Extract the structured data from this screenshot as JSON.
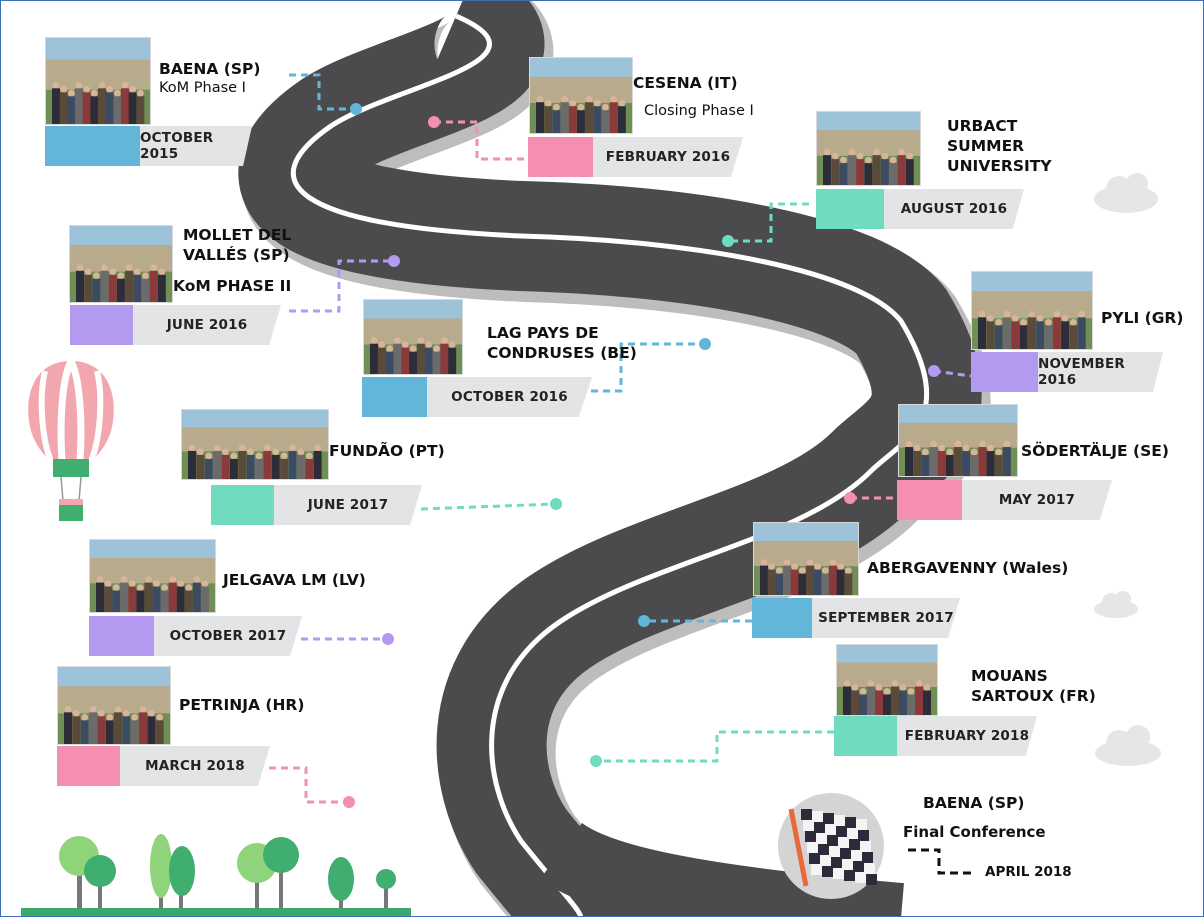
{
  "events": [
    {
      "id": "baena-2015",
      "title": "BAENA (SP)",
      "subtitle": "KoM Phase I",
      "date": "OCTOBER 2015",
      "color": "#62b6da"
    },
    {
      "id": "cesena",
      "title": "CESENA (IT)",
      "subtitle": "Closing Phase I",
      "date": "FEBRUARY 2016",
      "color": "#f48fb1"
    },
    {
      "id": "urbact",
      "title": "URBACT\nSUMMER\nUNIVERSITY",
      "subtitle": "",
      "date": "AUGUST 2016",
      "color": "#6fdcbf"
    },
    {
      "id": "mollet",
      "title": "MOLLET DEL\nVALLÉS (SP)",
      "subtitle": "KoM PHASE II",
      "date": "JUNE 2016",
      "color": "#b39af0"
    },
    {
      "id": "lag-pays",
      "title": "LAG PAYS DE\nCONDRUSES (BE)",
      "subtitle": "",
      "date": "OCTOBER 2016",
      "color": "#62b6da"
    },
    {
      "id": "pyli",
      "title": "PYLI (GR)",
      "subtitle": "",
      "date": "NOVEMBER 2016",
      "color": "#b39af0"
    },
    {
      "id": "fundao",
      "title": "FUNDÃO (PT)",
      "subtitle": "",
      "date": "JUNE 2017",
      "color": "#6fdcbf"
    },
    {
      "id": "sodertalje",
      "title": "SÖDERTÄLJE (SE)",
      "subtitle": "",
      "date": "MAY 2017",
      "color": "#f48fb1"
    },
    {
      "id": "jelgava",
      "title": "JELGAVA LM (LV)",
      "subtitle": "",
      "date": "OCTOBER 2017",
      "color": "#b39af0"
    },
    {
      "id": "abergavenny",
      "title": "ABERGAVENNY (Wales)",
      "subtitle": "",
      "date": "SEPTEMBER 2017",
      "color": "#62b6da"
    },
    {
      "id": "mouans",
      "title": "MOUANS\nSARTOUX (FR)",
      "subtitle": "",
      "date": "FEBRUARY 2018",
      "color": "#6fdcbf"
    },
    {
      "id": "petrinja",
      "title": "PETRINJA (HR)",
      "subtitle": "",
      "date": "MARCH 2018",
      "color": "#f48fb1"
    }
  ],
  "final": {
    "title": "BAENA (SP)",
    "subtitle": "Final Conference",
    "date": "APRIL 2018"
  },
  "colors": {
    "road": "#4b4b4d",
    "road_edge": "#c8c8c8",
    "line": "#ffffff",
    "label_bg": "#e3e4e6",
    "ground": "#3aa86b",
    "tree_light": "#8fd47a",
    "tree_dark": "#3fae6e",
    "cloud": "#e6e6e6"
  },
  "icons": {
    "balloon": "hot-air-balloon-icon",
    "flag": "checkered-flag-icon",
    "cloud": "cloud-icon",
    "tree": "tree-icon",
    "photo": "group-photo-image"
  }
}
